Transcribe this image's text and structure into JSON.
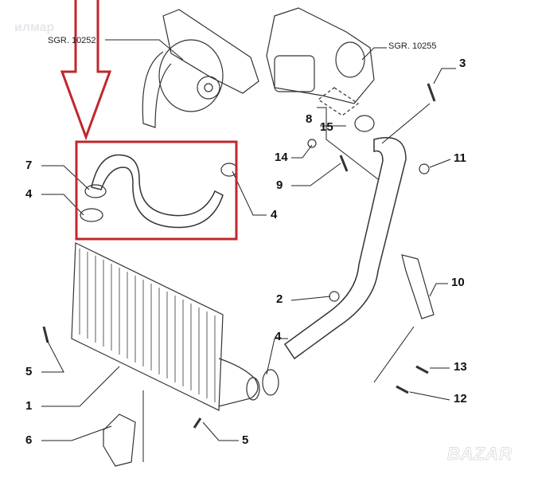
{
  "watermark": "илмар",
  "logo": "BAZAR",
  "references": {
    "left": "SGR. 10252",
    "right": "SGR. 10255"
  },
  "callouts": [
    "3",
    "8",
    "15",
    "14",
    "11",
    "9",
    "7",
    "4",
    "4",
    "10",
    "2",
    "4",
    "5",
    "13",
    "1",
    "12",
    "6",
    "5"
  ],
  "colors": {
    "highlight": "#c0272d",
    "line": "#222222"
  }
}
